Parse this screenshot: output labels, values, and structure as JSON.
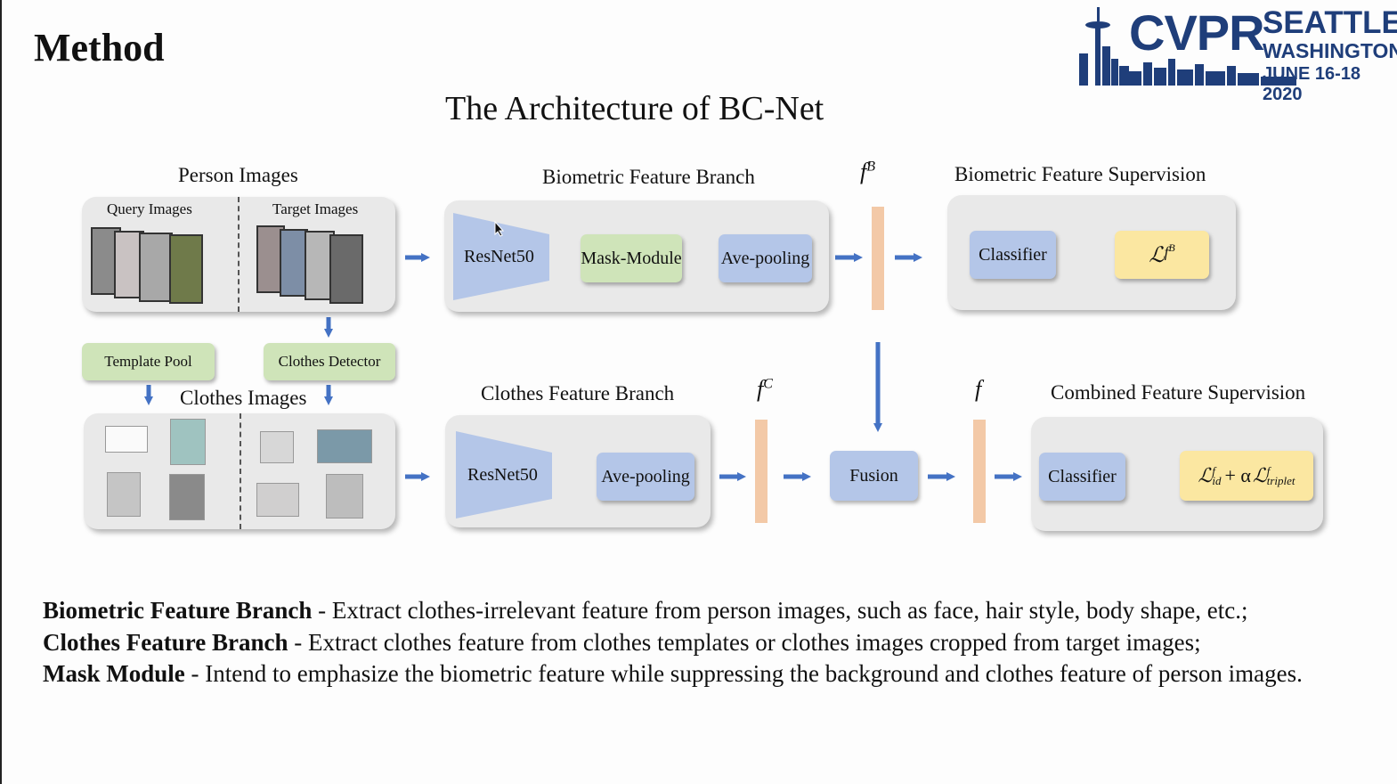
{
  "slide": {
    "heading": "Method",
    "title": "The Architecture of BC-Net"
  },
  "logo": {
    "cvpr": "CVPR",
    "city": "SEATTLE",
    "state": "WASHINGTON",
    "dates": "JUNE 16-18 2020",
    "color": "#1f3e7a"
  },
  "diagram": {
    "person_images": {
      "label": "Person Images",
      "query": "Query Images",
      "target": "Target Images"
    },
    "biometric_branch": {
      "label": "Biometric Feature Branch",
      "backbone": "ResNet50",
      "mask": "Mask-Module",
      "pool": "Ave-pooling"
    },
    "feature_b": {
      "base": "f",
      "sup": "B"
    },
    "biometric_supervision": {
      "label": "Biometric Feature Supervision",
      "classifier": "Classifier",
      "loss_base": "ℒ",
      "loss_sup_base": "f",
      "loss_sup_sup": "B"
    },
    "template_pool": "Template Pool",
    "clothes_detector": "Clothes Detector",
    "clothes_images": {
      "label": "Clothes Images"
    },
    "clothes_branch": {
      "label": "Clothes Feature Branch",
      "backbone": "ResNet50",
      "pool": "Ave-pooling"
    },
    "feature_c": {
      "base": "f",
      "sup": "C"
    },
    "fusion": "Fusion",
    "feature_f": "f",
    "combined_supervision": {
      "label": "Combined Feature Supervision",
      "classifier": "Classifier",
      "loss": {
        "id_base": "ℒ",
        "id_sup": "f",
        "id_sub": "id",
        "plus": "+ α",
        "tri_base": "ℒ",
        "tri_sup": "f",
        "tri_sub": "triplet"
      }
    },
    "colors": {
      "blue_box": "#b4c6e8",
      "green_box": "#cfe4b9",
      "yellow_box": "#fbe7a1",
      "feature_bar": "#f3c9a7",
      "arrow": "#4472c4",
      "panel": "#e9e9e9"
    }
  },
  "descriptions": {
    "biometric": {
      "term": "Biometric Feature Branch",
      "sep": " - ",
      "text": " Extract clothes-irrelevant feature from person images, such as face, hair style, body shape, etc.;"
    },
    "clothes": {
      "term": "Clothes Feature Branch",
      "sep": " - ",
      "text": " Extract clothes feature from clothes templates or clothes images cropped from target images;"
    },
    "mask": {
      "term": "Mask Module",
      "sep": " - ",
      "text": "Intend to emphasize the biometric feature while suppressing the background and clothes feature of person images."
    }
  }
}
